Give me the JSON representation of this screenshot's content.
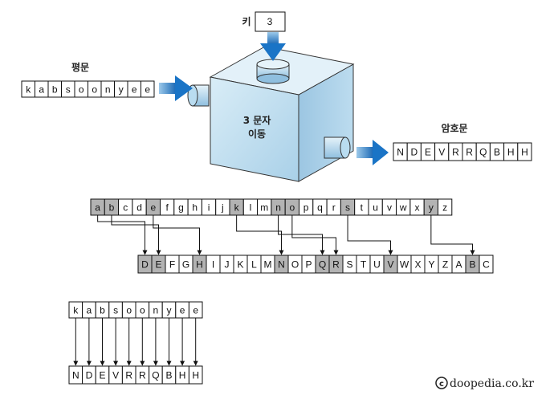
{
  "key_label": "키",
  "key_value": "3",
  "plaintext_label": "평문",
  "ciphertext_label": "암호문",
  "machine_label_line1": "3 문자",
  "machine_label_line2": "이동",
  "plaintext": [
    "k",
    "a",
    "b",
    "s",
    "o",
    "o",
    "n",
    "y",
    "e",
    "e"
  ],
  "ciphertext": [
    "N",
    "D",
    "E",
    "V",
    "R",
    "R",
    "Q",
    "B",
    "H",
    "H"
  ],
  "plain_alphabet": [
    "a",
    "b",
    "c",
    "d",
    "e",
    "f",
    "g",
    "h",
    "i",
    "j",
    "k",
    "l",
    "m",
    "n",
    "o",
    "p",
    "q",
    "r",
    "s",
    "t",
    "u",
    "v",
    "w",
    "x",
    "y",
    "z"
  ],
  "cipher_alphabet": [
    "D",
    "E",
    "F",
    "G",
    "H",
    "I",
    "J",
    "K",
    "L",
    "M",
    "N",
    "O",
    "P",
    "Q",
    "R",
    "S",
    "T",
    "U",
    "V",
    "W",
    "X",
    "Y",
    "Z",
    "A",
    "B",
    "C"
  ],
  "highlighted_plain": [
    "a",
    "b",
    "e",
    "k",
    "n",
    "o",
    "s",
    "y"
  ],
  "highlighted_cipher": [
    "D",
    "E",
    "H",
    "N",
    "Q",
    "R",
    "V",
    "B"
  ],
  "credit": "doopedia.co.kr",
  "colors": {
    "box_front": "#cfe6f3",
    "box_side": "#a9cde6",
    "box_top": "#e3f1f9",
    "arrow_blue": "#1a74c6",
    "highlight_gray": "#b3b3b3",
    "line": "#111111"
  }
}
